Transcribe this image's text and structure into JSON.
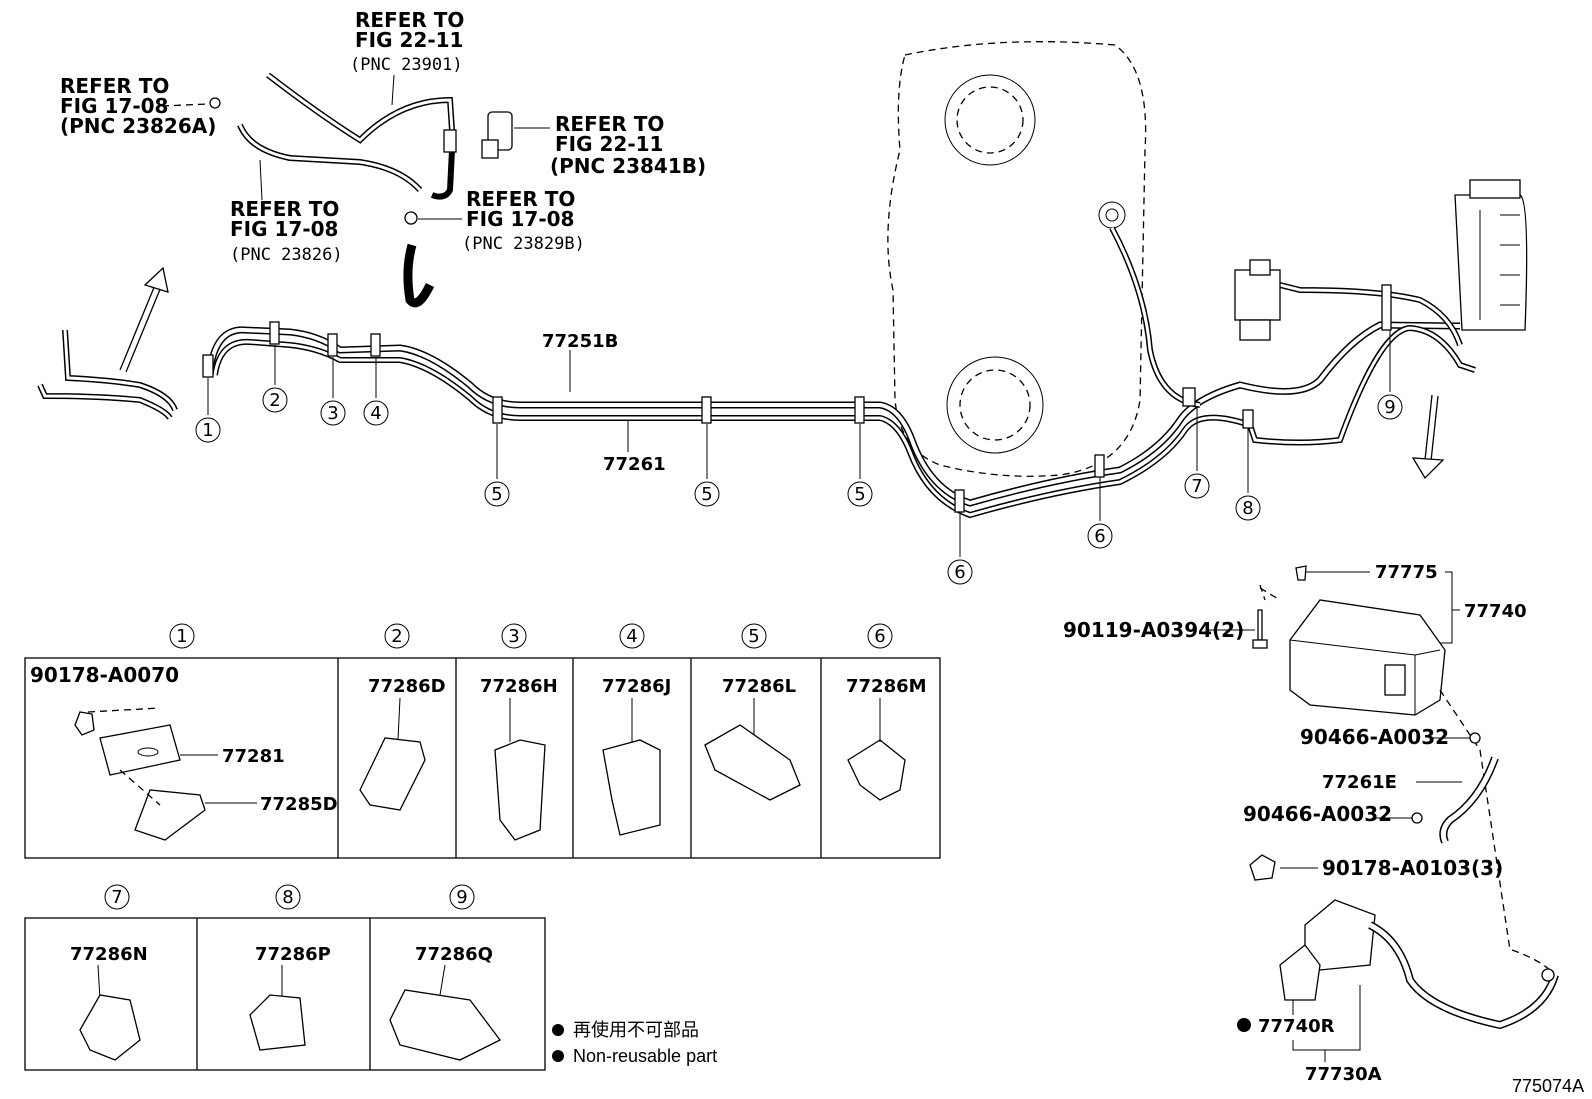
{
  "refs": {
    "r1": [
      "REFER TO",
      "FIG 22-11",
      "(PNC 23901)"
    ],
    "r2": [
      "REFER TO",
      "FIG 17-08",
      "(PNC 23826A)"
    ],
    "r3": [
      "REFER TO",
      "FIG 22-11",
      "(PNC 23841B)"
    ],
    "r4": [
      "REFER TO",
      "FIG 17-08",
      "(PNC 23826)"
    ],
    "r5": [
      "REFER TO",
      "FIG 17-08",
      "(PNC 23829B)"
    ]
  },
  "main_labels": {
    "p77251b": "77251B",
    "p77261": "77261"
  },
  "callouts": {
    "c1": "1",
    "c2": "2",
    "c3": "3",
    "c4": "4",
    "c5": "5",
    "c6": "6",
    "c7": "7",
    "c8": "8",
    "c9": "9"
  },
  "detail_table_1": {
    "headers": [
      "1",
      "2",
      "3",
      "4",
      "5",
      "6"
    ],
    "cell1": {
      "a": "90178-A0070",
      "b": "77281",
      "c": "77285D"
    },
    "cells": [
      "77286D",
      "77286H",
      "77286J",
      "77286L",
      "77286M"
    ]
  },
  "detail_table_2": {
    "headers": [
      "7",
      "8",
      "9"
    ],
    "cells": [
      "77286N",
      "77286P",
      "77286Q"
    ]
  },
  "canister": {
    "p77775": "77775",
    "p77740": "77740",
    "bolt": "90119-A0394(2)",
    "clip1": "90466-A0032",
    "hose": "77261E",
    "clip2": "90466-A0032",
    "nut": "90178-A0103(3)",
    "valve": "77740R",
    "assy": "77730A"
  },
  "legend": {
    "jp": "再使用不可部品",
    "en": "Non-reusable part"
  },
  "figure_id": "775074A"
}
